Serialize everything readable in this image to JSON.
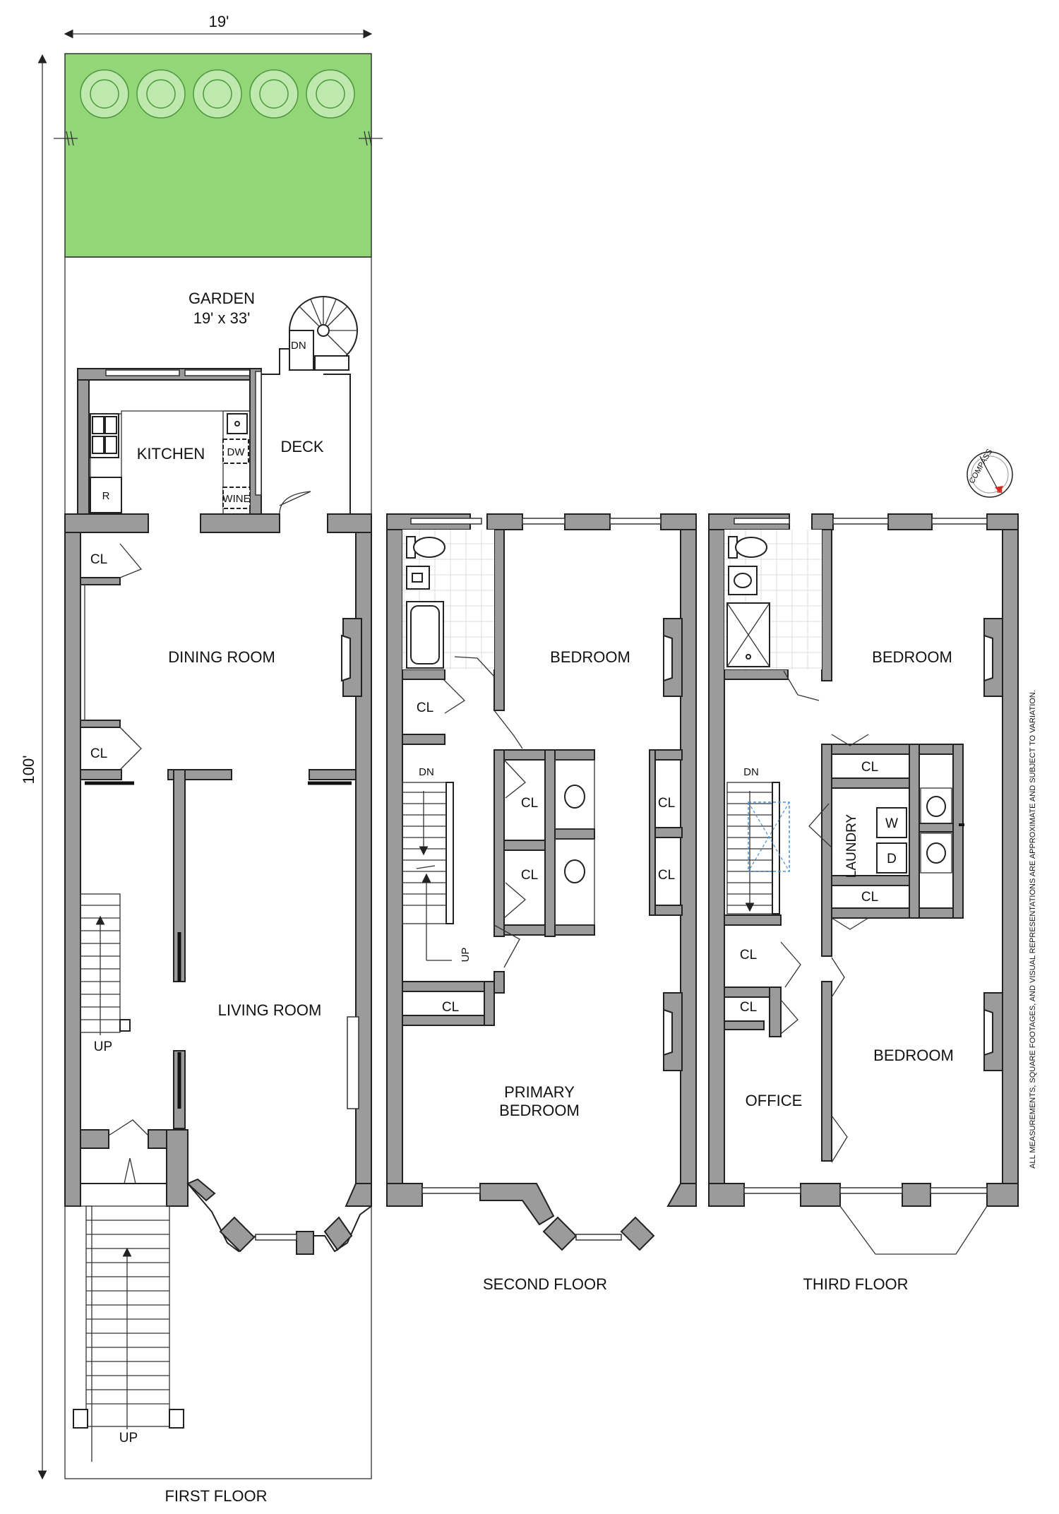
{
  "dimensions": {
    "width_label": "19'",
    "depth_label": "100'"
  },
  "colors": {
    "lawn": "#93d67a",
    "wall": "#9b9b9b",
    "compass_north": "#d62b1e",
    "skylight": "#4a90d9"
  },
  "garden": {
    "name": "GARDEN",
    "size": "19' x 33'"
  },
  "first_floor": {
    "title": "FIRST FLOOR",
    "rooms": {
      "kitchen": "KITCHEN",
      "deck": "DECK",
      "dw": "DW",
      "wine": "WINE",
      "r": "R",
      "dn": "DN",
      "cl1": "CL",
      "cl2": "CL",
      "dining": "DINING ROOM",
      "living": "LIVING ROOM",
      "up_stair": "UP",
      "up_stoop": "UP"
    }
  },
  "second_floor": {
    "title": "SECOND FLOOR",
    "rooms": {
      "bedroom": "BEDROOM",
      "primary_1": "PRIMARY",
      "primary_2": "BEDROOM",
      "dn": "DN",
      "up": "UP",
      "cl_a": "CL",
      "cl_b": "CL",
      "cl_c": "CL",
      "cl_d": "CL",
      "cl_e": "CL",
      "cl_f": "CL"
    }
  },
  "third_floor": {
    "title": "THIRD FLOOR",
    "rooms": {
      "bedroom_top": "BEDROOM",
      "bedroom_bottom": "BEDROOM",
      "office": "OFFICE",
      "laundry": "LAUNDRY",
      "w": "W",
      "d": "D",
      "dn": "DN",
      "cl_a": "CL",
      "cl_b": "CL",
      "cl_c": "CL",
      "cl_d": "CL"
    }
  },
  "compass": {
    "label": "COMPASS",
    "north": "N"
  },
  "disclaimer": "ALL MEASUREMENTS, SQUARE FOOTAGES, AND VISUAL REPRESENTATIONS ARE APPROXIMATE AND SUBJECT TO VARIATION."
}
